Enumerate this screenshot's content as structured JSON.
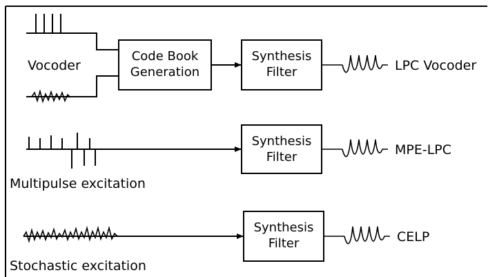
{
  "rows": [
    {
      "input_label": "Vocoder",
      "codebook": {
        "line1": "Code Book",
        "line2": "Generation"
      },
      "filter": {
        "line1": "Synthesis",
        "line2": "Filter"
      },
      "output_label": "LPC Vocoder"
    },
    {
      "input_label": "Multipulse excitation",
      "filter": {
        "line1": "Synthesis",
        "line2": "Filter"
      },
      "output_label": "MPE-LPC"
    },
    {
      "input_label": "Stochastic excitation",
      "filter": {
        "line1": "Synthesis",
        "line2": "Filter"
      },
      "output_label": "CELP"
    }
  ]
}
